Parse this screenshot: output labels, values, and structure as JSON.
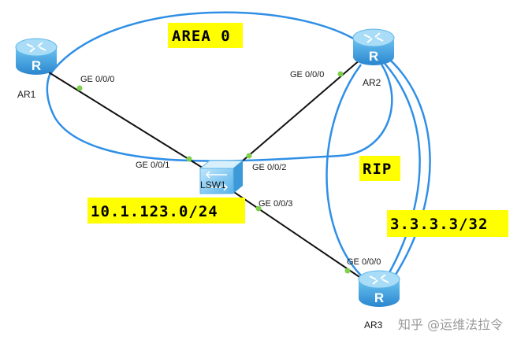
{
  "colors": {
    "area_ring": "#2f8fe6",
    "link": "#111111",
    "port_dot": "#7ed04b",
    "router_body": "#48a9e6",
    "router_top": "#a8dcf7",
    "highlight": "#ffff00"
  },
  "labels": {
    "area": "AREA 0",
    "rip": "RIP",
    "subnet": "10.1.123.0/24",
    "loopback": "3.3.3.3/32"
  },
  "devices": {
    "ar1": {
      "name": "AR1",
      "icon": "router-icon",
      "glyph": "R"
    },
    "ar2": {
      "name": "AR2",
      "icon": "router-icon",
      "glyph": "R"
    },
    "ar3": {
      "name": "AR3",
      "icon": "router-icon",
      "glyph": "R"
    },
    "lsw1": {
      "name": "LSW1",
      "icon": "switch-icon"
    }
  },
  "ports": {
    "ar1_ge": "GE 0/0/0",
    "ar2_ge": "GE 0/0/0",
    "ar3_ge": "GE 0/0/0",
    "lsw1_ge1": "GE 0/0/1",
    "lsw1_ge2": "GE 0/0/2",
    "lsw1_ge3": "GE 0/0/3"
  },
  "watermark": "知乎 @运维法拉令"
}
